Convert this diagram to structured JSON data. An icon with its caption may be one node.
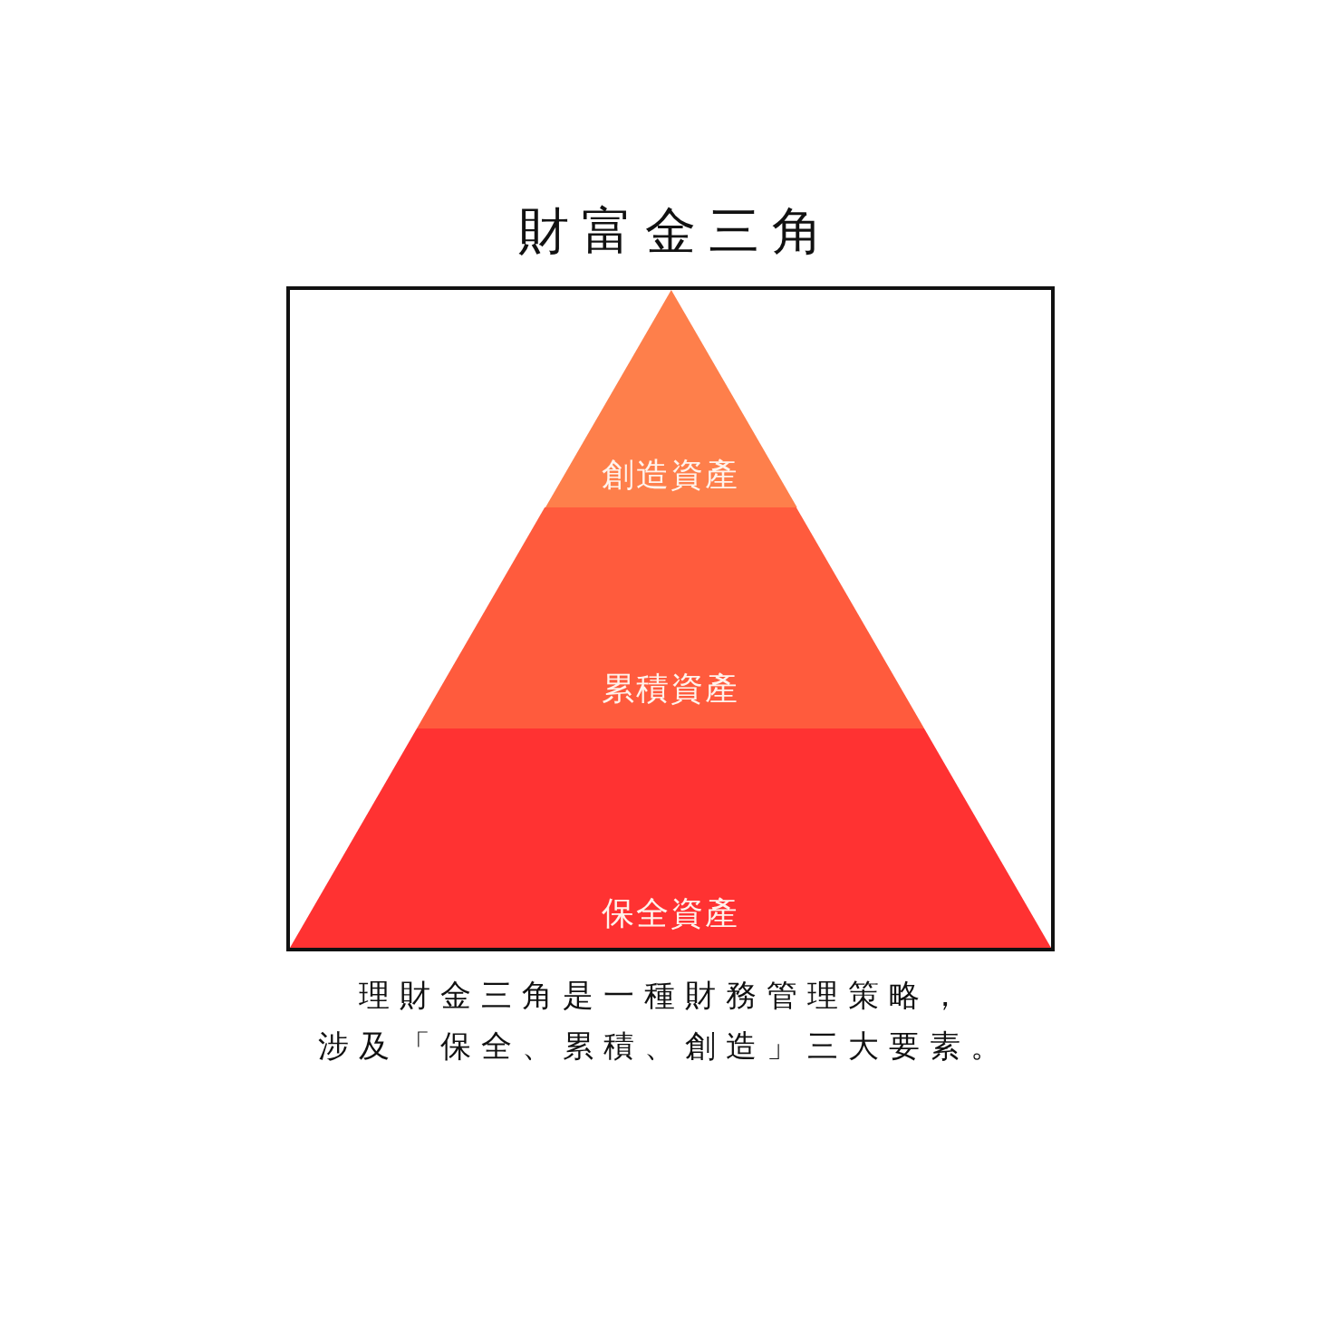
{
  "diagram": {
    "title": "財富金三角",
    "caption": "理財金三角是一種財務管理策略，涉及「保全、累積、創造」三大要素。",
    "nodes": [
      {
        "text": [
          "創造資產"
        ]
      },
      {
        "text": [
          "累積資產"
        ]
      },
      {
        "text": [
          "保全資產"
        ]
      }
    ]
  }
}
